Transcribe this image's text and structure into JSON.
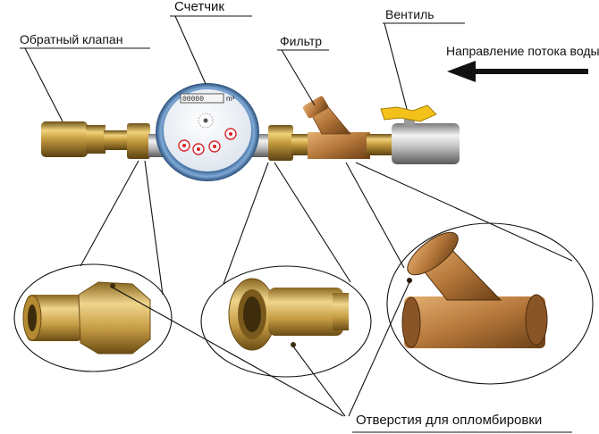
{
  "labels": {
    "check_valve": "Обратный клапан",
    "meter": "Счетчик",
    "filter": "Фильтр",
    "valve": "Вентиль",
    "flow_direction": "Направление потока воды",
    "seal_holes": "Отверстия для опломбировки"
  },
  "meter_face": {
    "unit": "m³",
    "digits": "00000"
  },
  "colors": {
    "brass": "#c39a3e",
    "brass_dark": "#7c5d1b",
    "copper": "#b5773a",
    "meter_ring": "#3f70a6",
    "dial_red": "#d7262b",
    "handle": "#f2c21b",
    "line": "#111111"
  }
}
